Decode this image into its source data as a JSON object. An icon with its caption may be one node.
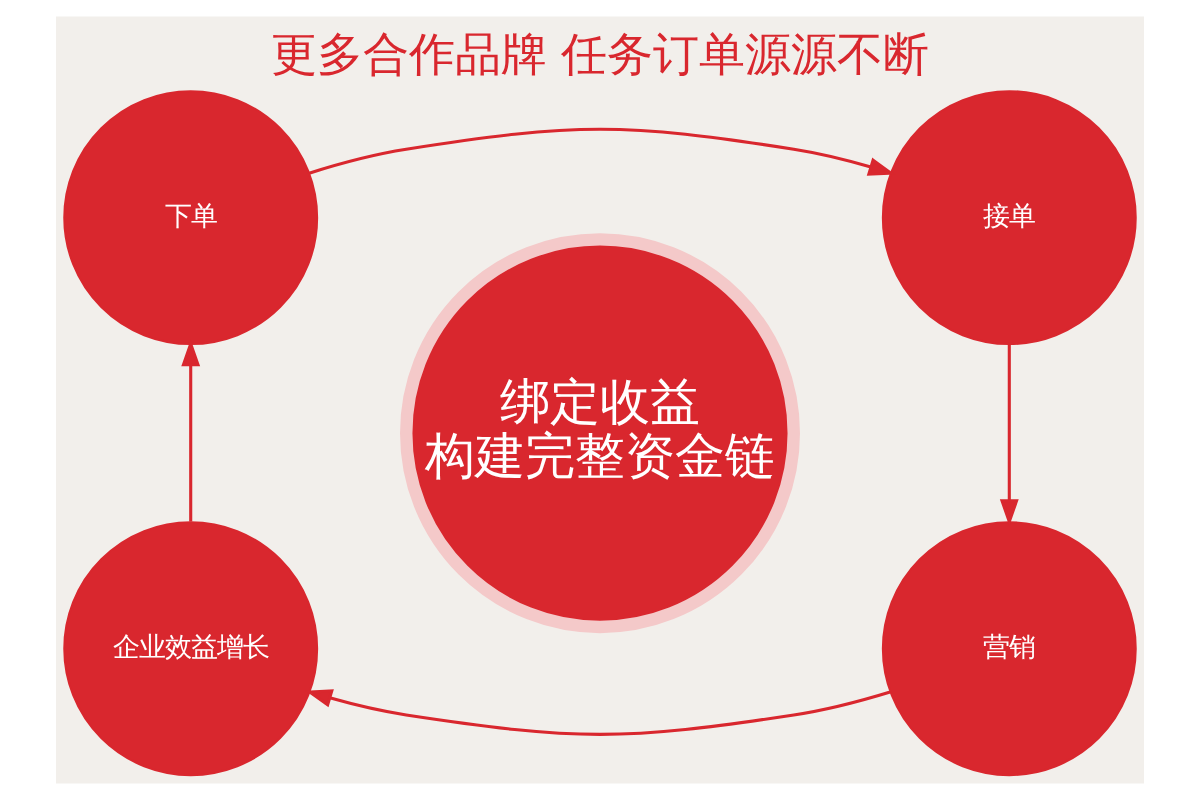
{
  "diagram": {
    "title": "更多合作品牌 任务订单源源不断",
    "nodes": [
      {
        "text": [
          "下单"
        ]
      },
      {
        "text": [
          "接单"
        ]
      },
      {
        "text": [
          "绑定收益",
          "构建完整资金链"
        ]
      },
      {
        "text": [
          "企业效益增长"
        ]
      },
      {
        "text": [
          "营销"
        ]
      }
    ],
    "edges": [
      {
        "from": 0,
        "to": 1,
        "arrow": "to"
      },
      {
        "from": 1,
        "to": 4,
        "arrow": "to"
      },
      {
        "from": 4,
        "to": 3,
        "arrow": "to"
      },
      {
        "from": 3,
        "to": 0,
        "arrow": "to"
      }
    ]
  }
}
